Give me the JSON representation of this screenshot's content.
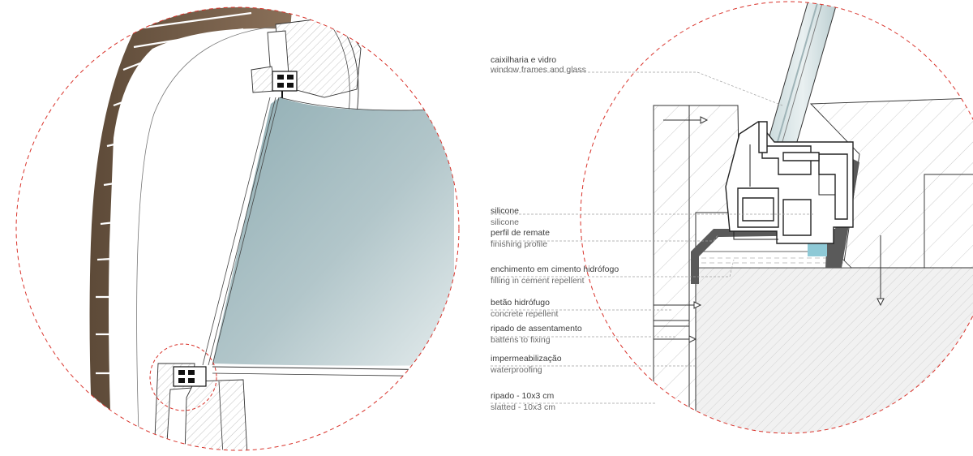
{
  "colors": {
    "background": "#ffffff",
    "detail_circle": "#d9332b",
    "wood_slats": "#6e5843",
    "glass": "#a9c0c5",
    "glass_light": "#d7e2e4",
    "silicone_water": "#8ec9d6",
    "line": "#333333",
    "leader": "#9a9a9a",
    "hatch": "#8c8c8c",
    "seal": "#5a5a5a"
  },
  "labels": [
    {
      "id": "window-frames",
      "pt": "caixilharia e vidro",
      "en": "window frames and glass"
    },
    {
      "id": "silicone",
      "pt": "silicone",
      "en": "silicone"
    },
    {
      "id": "finishing-profile",
      "pt": "perfil de remate",
      "en": "finishing profile"
    },
    {
      "id": "cement-filling",
      "pt": "enchimento em cimento hidrófogo",
      "en": "filling in cement repellent"
    },
    {
      "id": "concrete",
      "pt": "betão hidrófugo",
      "en": "concrete repellent"
    },
    {
      "id": "battens",
      "pt": "ripado de assentamento",
      "en": "battens to fixing"
    },
    {
      "id": "waterproofing",
      "pt": "impermeabilização",
      "en": "waterproofing"
    },
    {
      "id": "slatted",
      "pt": "ripado - 10x3 cm",
      "en": "slatted  - 10x3 cm"
    }
  ]
}
